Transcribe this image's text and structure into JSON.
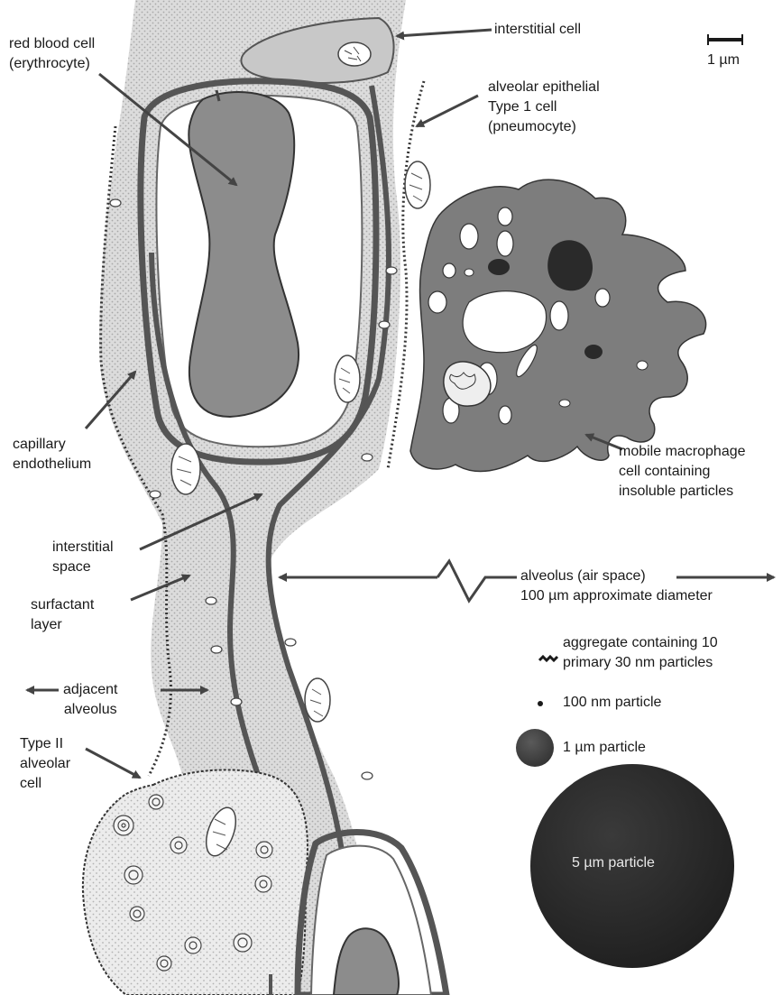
{
  "colors": {
    "membrane": "#555555",
    "stipple": "#d6d6d6",
    "stipple_dot": "#a8a8a8",
    "erythrocyte": "#8c8c8c",
    "macrophage": "#7d7d7d",
    "particle_1um": "#4a4a4a",
    "particle_5um": "#2e2e2e",
    "surfactant": "#444444",
    "interstitial": "#c4c4c4"
  },
  "labels": {
    "red_blood_cell": [
      "red blood cell",
      "(erythrocyte)"
    ],
    "interstitial_cell": "interstitial cell",
    "scale_bar": "1 µm",
    "alveolar_type1": [
      "alveolar epithelial",
      "Type 1 cell",
      "(pneumocyte)"
    ],
    "capillary_endothelium": [
      "capillary",
      "endothelium"
    ],
    "macrophage": [
      "mobile macrophage",
      "cell containing",
      "insoluble particles"
    ],
    "interstitial_space": [
      "interstitial",
      "space"
    ],
    "alveolus": [
      "alveolus (air space)",
      "100 µm approximate diameter"
    ],
    "surfactant": [
      "surfactant",
      "layer"
    ],
    "adjacent_alveolus": [
      "adjacent",
      "alveolus"
    ],
    "type2": [
      "Type II",
      "alveolar",
      "cell"
    ],
    "aggregate": [
      "aggregate containing 10",
      "primary 30 nm particles"
    ],
    "particle_100nm": "100 nm particle",
    "particle_1um": "1 µm particle",
    "particle_5um": "5 µm particle"
  }
}
